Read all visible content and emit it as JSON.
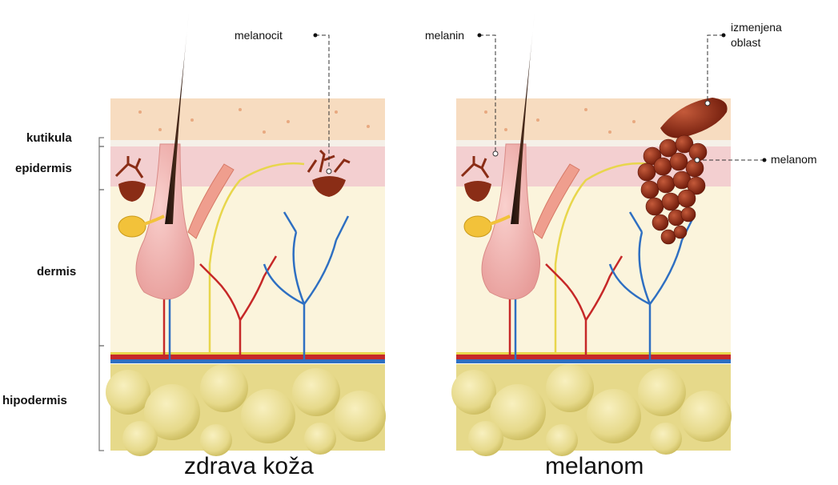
{
  "layer_labels": {
    "cuticle": "kutikula",
    "epidermis": "epidermis",
    "dermis": "dermis",
    "hypodermis": "hipodermis"
  },
  "callouts": {
    "melanocyte": "melanocit",
    "melanin": "melanin",
    "altered_area_line1": "izmenjena",
    "altered_area_line2": "oblast",
    "melanoma": "melanom"
  },
  "captions": {
    "healthy": "zdrava koža",
    "melanoma": "melanom"
  },
  "colors": {
    "surface": "#f7dcc0",
    "cuticle": "#f5f0e8",
    "epidermis": "#f3cfd0",
    "dermis": "#fbf4dc",
    "fat": "#e6d98a",
    "fat_edge": "#c9b95a",
    "artery": "#c62828",
    "vein": "#2e6fc2",
    "nerve": "#e8d64c",
    "hair": "#2b1a12",
    "follicle": "#f2b3b0",
    "melanocyte": "#8a2d16",
    "tumor": "#8b2a14"
  }
}
